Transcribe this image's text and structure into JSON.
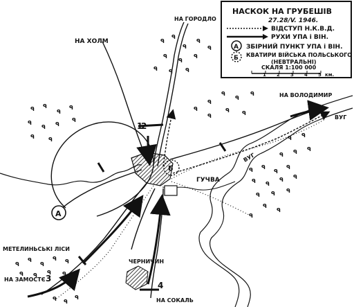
{
  "legend": {
    "title": "НАСКОК НА ГРУБЕШІВ",
    "date": "27.28/V. 1946.",
    "items": [
      {
        "symbol": "nkvd-retreat",
        "label": "ВІДСТУП Н.К.В.Д."
      },
      {
        "symbol": "upa-moves",
        "label": "РУХИ УПА і ВІН."
      },
      {
        "symbol": "A",
        "label": "ЗБІРНИЙ ПУНКТ УПА і ВІН."
      },
      {
        "symbol": "Б",
        "label": "КВАТИРИ ВІЙСЬКА ПОЛЬСЬКОГО",
        "sub": "(НЕВТРАЛЬНІ)"
      }
    ],
    "scale": {
      "label": "СКАЛЯ 1:100 000",
      "ticks": [
        "1",
        "2",
        "3",
        "4",
        "5",
        "км."
      ]
    }
  },
  "places": {
    "horodlo": "НА ГОРОДЛО",
    "kholm": "НА ХОЛМ",
    "volodymyr": "НА ВОЛОДИМИР",
    "bug_1": "ВУГ",
    "bug_2": "ВУГ",
    "hucva": "ГУЧВА",
    "metelyn": "МЕТЕЛИНЬСЬКІ ЛІСИ",
    "zamostia": "НА ЗАМОСТЄ",
    "chernychyn": "ЧЕРНИЧИН",
    "sokal": "НА СОКАЛЬ"
  },
  "markers": {
    "n1": "1",
    "n2": "2",
    "n3": "3",
    "n4": "4",
    "A": "A",
    "B": "Б"
  }
}
